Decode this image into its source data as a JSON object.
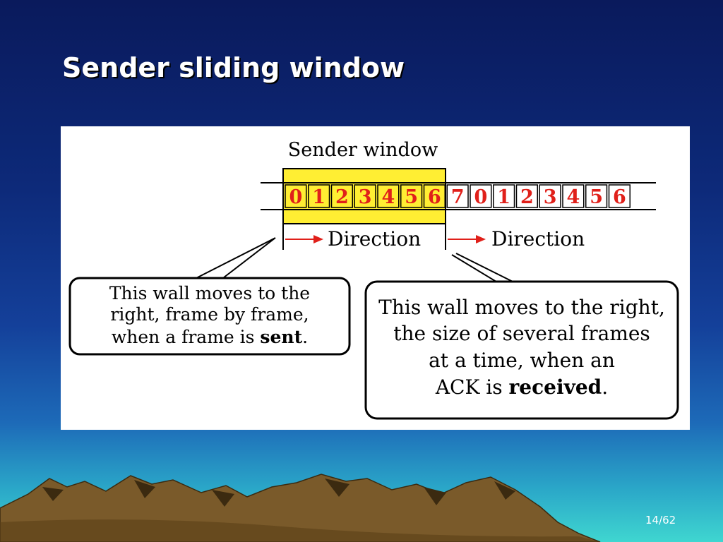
{
  "slide": {
    "title": "Sender sliding window",
    "page_number": "14/62"
  },
  "diagram": {
    "window_label": "Sender window",
    "frame_numbers": [
      "0",
      "1",
      "2",
      "3",
      "4",
      "5",
      "6",
      "7",
      "0",
      "1",
      "2",
      "3",
      "4",
      "5",
      "6"
    ],
    "window_size": 7,
    "direction_label_left": "Direction",
    "direction_label_right": "Direction",
    "left_callout": {
      "line1": "This wall moves to the",
      "line2": "right, frame by frame,",
      "line3_prefix": "when a frame is ",
      "line3_bold": "sent",
      "line3_suffix": "."
    },
    "right_callout": {
      "line1": "This wall moves to the right,",
      "line2": "the size of several frames",
      "line3": "at a time, when an",
      "line4_prefix": "ACK is ",
      "line4_bold": "received",
      "line4_suffix": "."
    }
  },
  "colors": {
    "window_fill": "#ffee33",
    "frame_number_color": "#e0201a",
    "arrow_color": "#e0201a"
  }
}
